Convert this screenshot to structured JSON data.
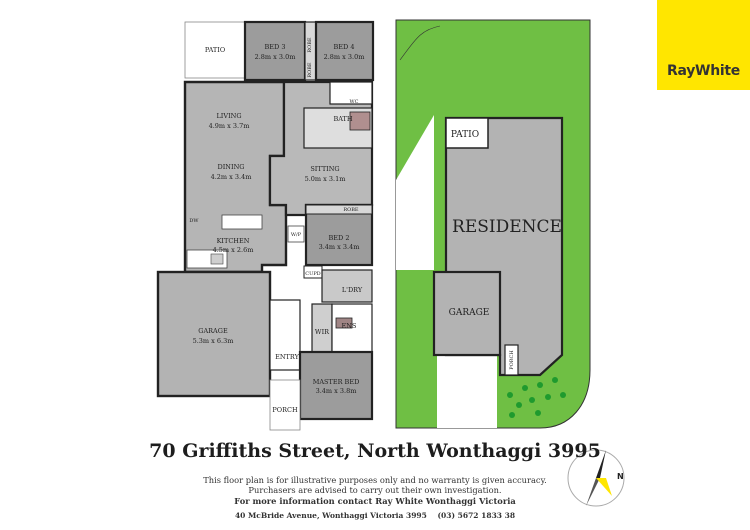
{
  "floor_plan": {
    "rooms": [
      {
        "id": "patio",
        "name": "PATIO",
        "size": ""
      },
      {
        "id": "bed3",
        "name": "BED 3",
        "size": "2.8m x 3.0m"
      },
      {
        "id": "bed4",
        "name": "BED 4",
        "size": "2.8m x 3.0m"
      },
      {
        "id": "living",
        "name": "LIVING",
        "size": "4.9m x 3.7m"
      },
      {
        "id": "dining",
        "name": "DINING",
        "size": "4.2m x 3.4m"
      },
      {
        "id": "kitchen",
        "name": "KITCHEN",
        "size": "4.5m x 2.6m"
      },
      {
        "id": "sitting",
        "name": "SITTING",
        "size": "5.0m x 3.1m"
      },
      {
        "id": "bed2",
        "name": "BED 2",
        "size": "3.4m x 3.4m"
      },
      {
        "id": "garage",
        "name": "GARAGE",
        "size": "5.3m x 6.3m"
      },
      {
        "id": "masterbed",
        "name": "MASTER BED",
        "size": "3.4m x 3.8m"
      }
    ],
    "small_labels": {
      "robe1": "ROBE",
      "robe2": "ROBE",
      "robe3": "ROBE",
      "wc": "WC",
      "bath": "BATH",
      "ldry": "L'DRY",
      "cupd": "CUPD",
      "ens": "ENS",
      "wir": "WIR",
      "entry": "ENTRY",
      "porch": "PORCH",
      "dw": "DW",
      "wip": "W/P"
    }
  },
  "site_plan": {
    "residence": "RESIDENCE",
    "patio": "PATIO",
    "garage": "GARAGE",
    "porch": "PORCH"
  },
  "footer": {
    "address": "70 Griffiths Street, North Wonthaggi 3995",
    "disclaimer_1": "This floor plan is for illustrative purposes only and no warranty is given accuracy.",
    "disclaimer_2": "Purchasers are advised to carry out their own investigation.",
    "contact": "For more information contact Ray White Wonthaggi Victoria",
    "office": "40 McBride Avenue, Wonthaggi Victoria 3995",
    "phone": "(03) 5672 1833 38"
  },
  "compass": {
    "label": "N"
  },
  "brand": {
    "name": "RayWhite",
    "color": "#ffe600"
  },
  "colors": {
    "grass": "#6fbf44",
    "room": "#b4b4b4",
    "outline": "#222222"
  }
}
